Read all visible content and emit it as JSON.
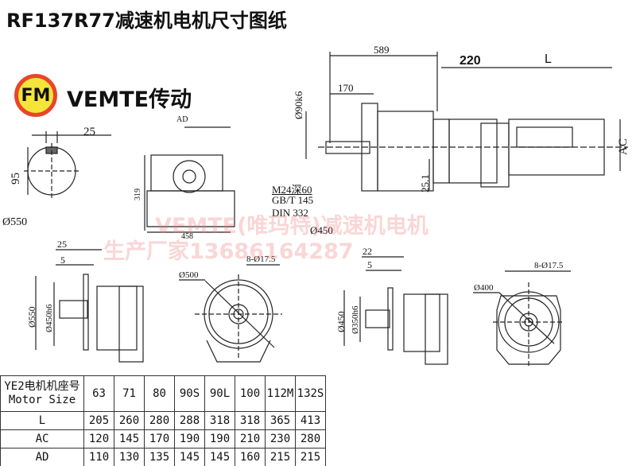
{
  "title": "RF137R77减速机电机尺寸图纸",
  "brand": {
    "logo_text": "FM",
    "name": "VEMTE传动"
  },
  "watermark": {
    "line1": "VEMTE(唯玛特)减速机电机",
    "line2": "生产厂家13686164287"
  },
  "shaft_view": {
    "key_width": "25",
    "height": "95",
    "flange_dia": "Ø550"
  },
  "front_view": {
    "ad": "AD",
    "height": "319",
    "width": "458"
  },
  "main_view": {
    "total": "589",
    "shaft_len": "170",
    "shaft_dia": "Ø90k6",
    "gap": "220",
    "motor_len": "L",
    "motor_dia": "AC",
    "offset": "25.1",
    "thread": "M24深60",
    "std1": "GB/T 145",
    "std2": "DIN 332",
    "flange": "Ø450"
  },
  "flange_550": {
    "d1": "25",
    "d2": "5",
    "outer": "Ø550",
    "spigot": "Ø450h6",
    "pcd": "Ø500",
    "holes": "8-Ø17.5"
  },
  "flange_450": {
    "d1": "22",
    "d2": "5",
    "outer": "Ø450",
    "spigot": "Ø350h6",
    "pcd": "Ø400",
    "holes": "8-Ø17.5"
  },
  "table": {
    "header_cn": "YE2电机机座号",
    "header_en": "Motor Size",
    "sizes": [
      "63",
      "71",
      "80",
      "90S",
      "90L",
      "100",
      "112M",
      "132S"
    ],
    "rows": [
      {
        "label": "L",
        "values": [
          "205",
          "260",
          "280",
          "288",
          "318",
          "318",
          "365",
          "413"
        ]
      },
      {
        "label": "AC",
        "values": [
          "120",
          "145",
          "170",
          "190",
          "190",
          "210",
          "230",
          "280"
        ]
      },
      {
        "label": "AD",
        "values": [
          "110",
          "130",
          "135",
          "145",
          "145",
          "160",
          "215",
          "215"
        ]
      }
    ]
  }
}
